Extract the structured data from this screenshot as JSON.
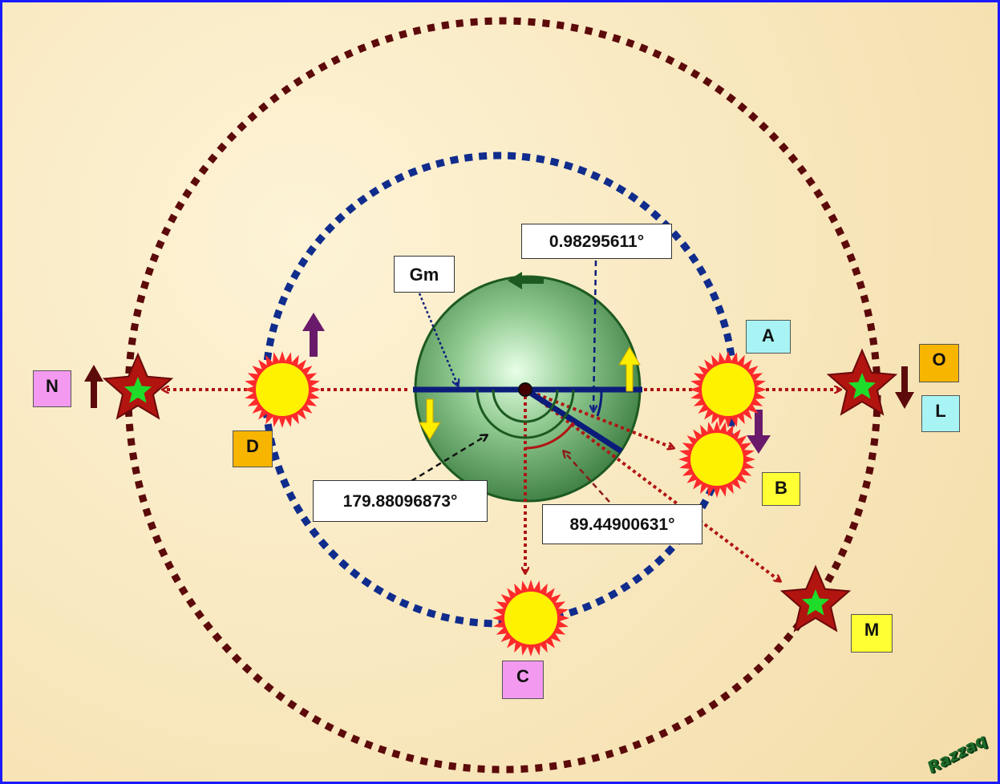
{
  "labels": {
    "a": "A",
    "b": "B",
    "c": "C",
    "d": "D",
    "l": "L",
    "m": "M",
    "n": "N",
    "o": "O",
    "gm": "Gm"
  },
  "angles": {
    "top": "0.98295611°",
    "left": "179.88096873°",
    "right": "89.44900631°"
  },
  "watermark": "Razzaq",
  "colors": {
    "outer_orbit": "#5c0a0a",
    "inner_orbit": "#102c8c",
    "sight_line": "#b01414",
    "sun_fill": "#fff200",
    "sun_rays": "#ff2a2a",
    "star": "#b2140f",
    "star_core": "#1fdc2a",
    "label_yellow": "#ffff33",
    "label_orange": "#f7b500",
    "label_cyan": "#a8f4f4",
    "label_pink": "#f39af0"
  }
}
